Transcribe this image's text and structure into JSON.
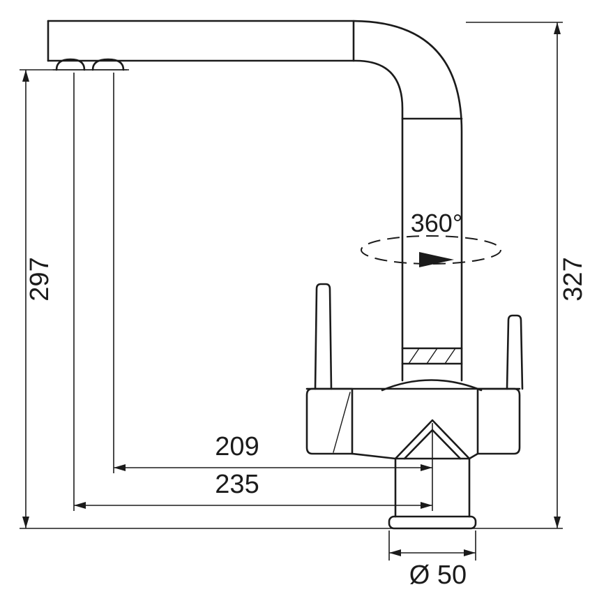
{
  "drawing": {
    "subject": "three-way kitchen faucet dimensional diagram",
    "background_color": "#ffffff",
    "line_color": "#1b1b1b"
  },
  "labels": {
    "spout_height": "297",
    "total_height": "327",
    "spout_reach": "209",
    "overall_reach": "235",
    "base_diameter": "Ø 50",
    "swivel_angle": "360°"
  }
}
